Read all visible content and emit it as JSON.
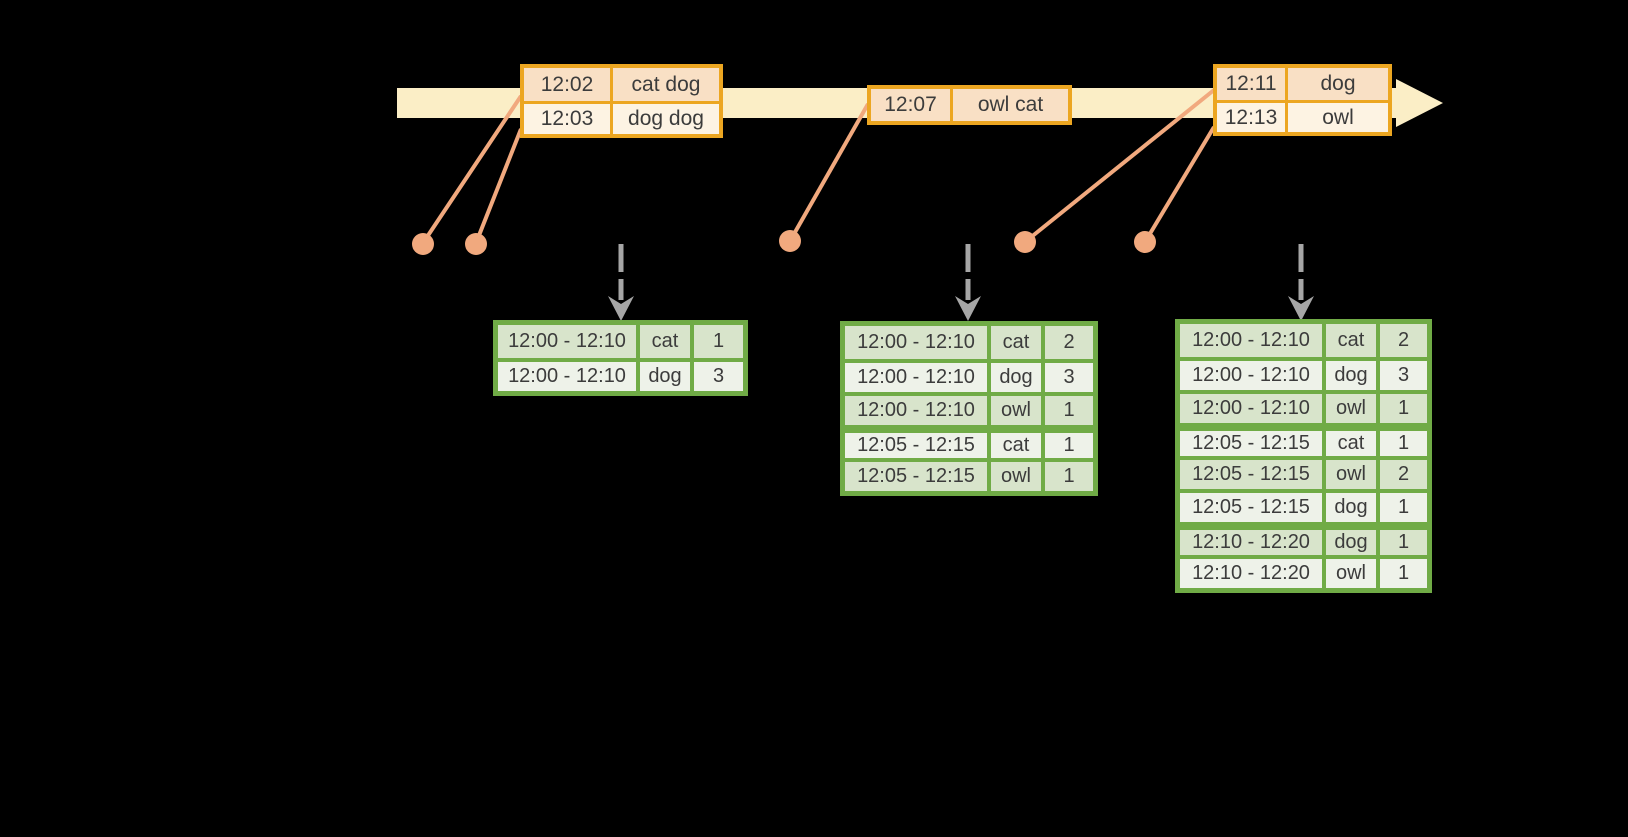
{
  "colors": {
    "background": "#000000",
    "timeline_fill": "#fbeec6",
    "event_border": "#eca621",
    "event_row_dark": "#f9e0c5",
    "event_row_light": "#fdf3e3",
    "marker": "#f1a97e",
    "arrow_gray": "#a6a6a6",
    "result_border": "#70ab46",
    "result_row_dark": "#d8e4cb",
    "result_row_light": "#eef2e9",
    "text": "#3c3c3c"
  },
  "event_tables": [
    {
      "rows": [
        {
          "time": "12:02",
          "words": "cat dog"
        },
        {
          "time": "12:03",
          "words": "dog dog"
        }
      ]
    },
    {
      "rows": [
        {
          "time": "12:07",
          "words": "owl cat"
        }
      ]
    },
    {
      "rows": [
        {
          "time": "12:11",
          "words": "dog"
        },
        {
          "time": "12:13",
          "words": "owl"
        }
      ]
    }
  ],
  "result_tables": [
    {
      "group_starts": [],
      "rows": [
        {
          "window": "12:00 - 12:10",
          "word": "cat",
          "count": "1"
        },
        {
          "window": "12:00 - 12:10",
          "word": "dog",
          "count": "3"
        }
      ]
    },
    {
      "group_starts": [
        3
      ],
      "rows": [
        {
          "window": "12:00 - 12:10",
          "word": "cat",
          "count": "2"
        },
        {
          "window": "12:00 - 12:10",
          "word": "dog",
          "count": "3"
        },
        {
          "window": "12:00 - 12:10",
          "word": "owl",
          "count": "1"
        },
        {
          "window": "12:05 - 12:15",
          "word": "cat",
          "count": "1"
        },
        {
          "window": "12:05 - 12:15",
          "word": "owl",
          "count": "1"
        }
      ]
    },
    {
      "group_starts": [
        3,
        6
      ],
      "rows": [
        {
          "window": "12:00 - 12:10",
          "word": "cat",
          "count": "2"
        },
        {
          "window": "12:00 - 12:10",
          "word": "dog",
          "count": "3"
        },
        {
          "window": "12:00 - 12:10",
          "word": "owl",
          "count": "1"
        },
        {
          "window": "12:05 - 12:15",
          "word": "cat",
          "count": "1"
        },
        {
          "window": "12:05 - 12:15",
          "word": "owl",
          "count": "2"
        },
        {
          "window": "12:05 - 12:15",
          "word": "dog",
          "count": "1"
        },
        {
          "window": "12:10 - 12:20",
          "word": "dog",
          "count": "1"
        },
        {
          "window": "12:10 - 12:20",
          "word": "owl",
          "count": "1"
        }
      ]
    }
  ]
}
